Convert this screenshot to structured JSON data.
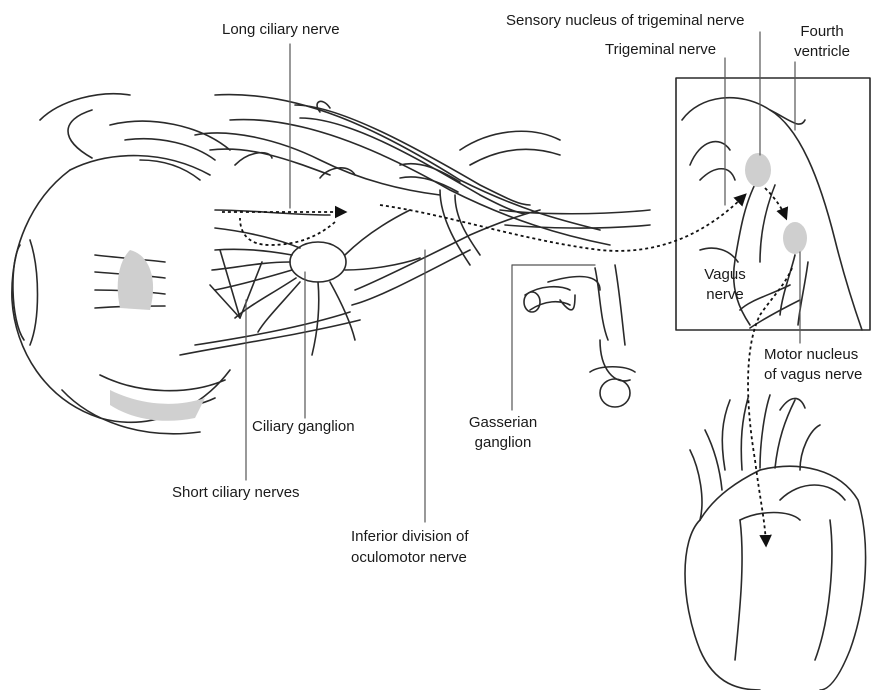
{
  "labels": {
    "long_ciliary_nerve": "Long ciliary nerve",
    "sensory_nucleus": "Sensory nucleus of trigeminal nerve",
    "trigeminal_nerve": "Trigeminal nerve",
    "fourth_ventricle_1": "Fourth",
    "fourth_ventricle_2": "ventricle",
    "vagus_nerve_1": "Vagus",
    "vagus_nerve_2": "nerve",
    "motor_nucleus_1": "Motor nucleus",
    "motor_nucleus_2": "of vagus nerve",
    "ciliary_ganglion": "Ciliary ganglion",
    "gasserian_ganglion_1": "Gasserian",
    "gasserian_ganglion_2": "ganglion",
    "short_ciliary_nerves": "Short ciliary nerves",
    "inferior_division_1": "Inferior division of",
    "inferior_division_2": "oculomotor nerve"
  },
  "colors": {
    "line": "#2a2a2a",
    "nucleus_fill": "#cfcfcf",
    "shading": "#bdbdbd"
  }
}
